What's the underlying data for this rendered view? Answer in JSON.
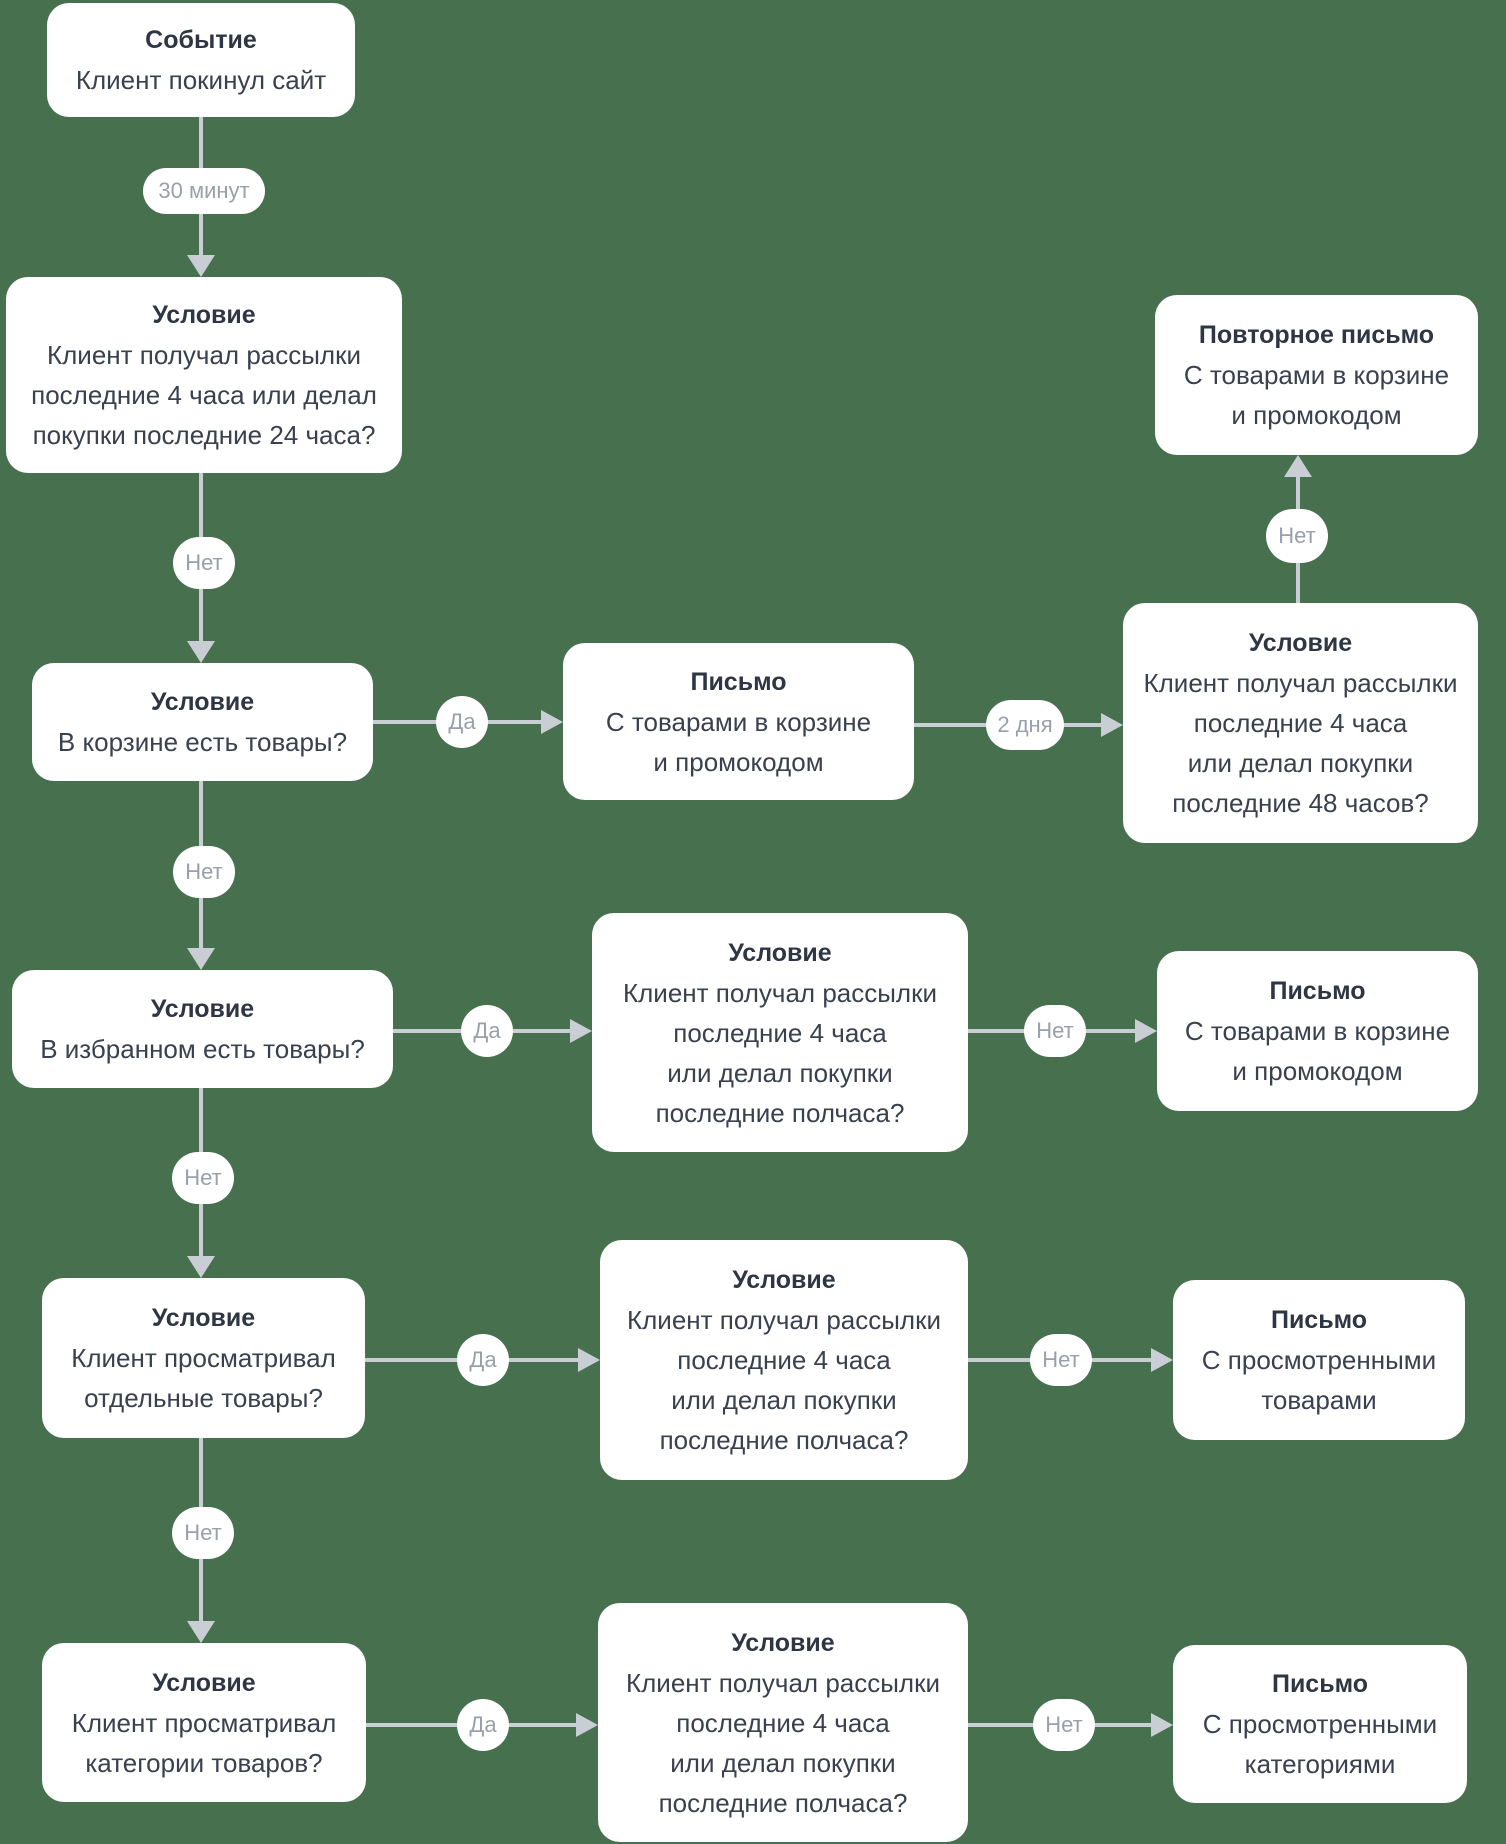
{
  "colors": {
    "background": "#47704E",
    "node_background": "#FFFFFF",
    "connector": "#C9CDD4",
    "pill_text": "#98A0AC",
    "node_title_text": "#2E3644",
    "node_body_text": "#39414F"
  },
  "labels": {
    "yes": "Да",
    "no": "Нет",
    "delay_30_min": "30 минут",
    "delay_2_days": "2 дня"
  },
  "nodes": {
    "event": {
      "title": "Событие",
      "lines": [
        "Клиент покинул сайт"
      ]
    },
    "cond_mail_24h": {
      "title": "Условие",
      "lines": [
        "Клиент получал рассылки",
        "последние 4 часа или делал",
        "покупки последние 24 часа?"
      ]
    },
    "cond_cart": {
      "title": "Условие",
      "lines": [
        "В корзине есть товары?"
      ]
    },
    "letter_cart": {
      "title": "Письмо",
      "lines": [
        "С товарами в корзине",
        "и промокодом"
      ]
    },
    "cond_mail_48h": {
      "title": "Условие",
      "lines": [
        "Клиент получал рассылки",
        "последние 4 часа",
        "или делал покупки",
        "последние 48 часов?"
      ]
    },
    "letter_repeat": {
      "title": "Повторное письмо",
      "lines": [
        "С товарами в корзине",
        "и промокодом"
      ]
    },
    "cond_favorites": {
      "title": "Условие",
      "lines": [
        "В избранном есть товары?"
      ]
    },
    "cond_mail_30m_a": {
      "title": "Условие",
      "lines": [
        "Клиент получал рассылки",
        "последние 4 часа",
        "или делал покупки",
        "последние полчаса?"
      ]
    },
    "letter_cart_promo": {
      "title": "Письмо",
      "lines": [
        "С товарами в корзине",
        "и промокодом"
      ]
    },
    "cond_viewed_items": {
      "title": "Условие",
      "lines": [
        "Клиент просматривал",
        "отдельные товары?"
      ]
    },
    "cond_mail_30m_b": {
      "title": "Условие",
      "lines": [
        "Клиент получал рассылки",
        "последние 4 часа",
        "или делал покупки",
        "последние полчаса?"
      ]
    },
    "letter_viewed_items": {
      "title": "Письмо",
      "lines": [
        "С просмотренными",
        "товарами"
      ]
    },
    "cond_viewed_categories": {
      "title": "Условие",
      "lines": [
        "Клиент просматривал",
        "категории товаров?"
      ]
    },
    "cond_mail_30m_c": {
      "title": "Условие",
      "lines": [
        "Клиент получал рассылки",
        "последние 4 часа",
        "или делал покупки",
        "последние полчаса?"
      ]
    },
    "letter_viewed_categories": {
      "title": "Письмо",
      "lines": [
        "С просмотренными",
        "категориями"
      ]
    }
  }
}
